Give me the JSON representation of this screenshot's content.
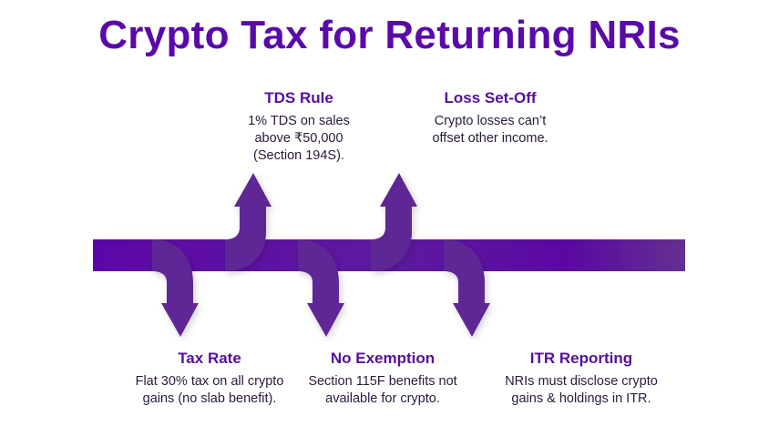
{
  "title": "Crypto Tax for Returning NRIs",
  "colors": {
    "primary": "#5a0aa8",
    "arrow": "#5e2896"
  },
  "top_items": [
    {
      "heading": "TDS Rule",
      "text": "1% TDS on sales above ₹50,000 (Section 194S)."
    },
    {
      "heading": "Loss Set-Off",
      "text": "Crypto losses can’t offset other income."
    }
  ],
  "bottom_items": [
    {
      "heading": "Tax Rate",
      "text": "Flat 30% tax on all crypto gains (no slab benefit)."
    },
    {
      "heading": "No Exemption",
      "text": "Section 115F benefits not available for crypto."
    },
    {
      "heading": "ITR Reporting",
      "text": "NRIs must disclose crypto gains & holdings in ITR."
    }
  ]
}
